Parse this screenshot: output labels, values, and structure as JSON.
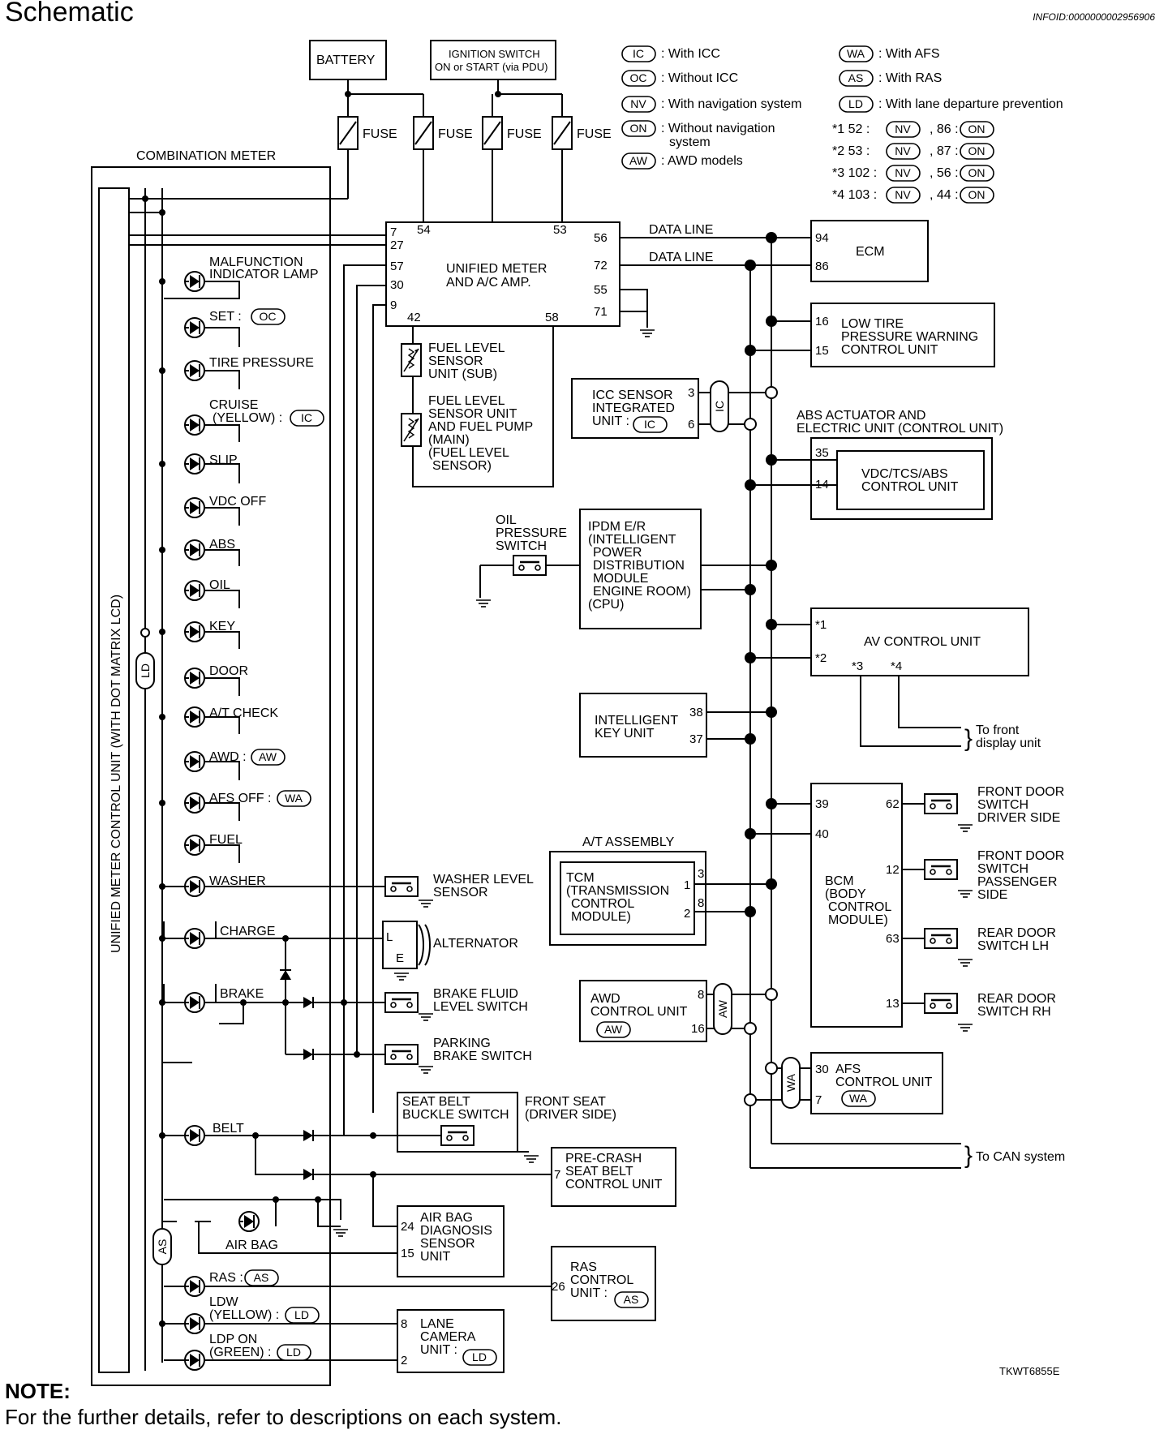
{
  "page": {
    "title": "Schematic",
    "info_id": "INFOID:0000000002956906",
    "figure_id": "TKWT6855E",
    "note_heading": "NOTE:",
    "note_text": "For the further details, refer to descriptions on each system."
  },
  "power": {
    "battery": "BATTERY",
    "ignition_line1": "IGNITION SWITCH",
    "ignition_line2": "ON or START (via PDU)",
    "fuse": "FUSE"
  },
  "legend": {
    "IC": "IC",
    "IC_text": ": With ICC",
    "OC": "OC",
    "OC_text": ": Without ICC",
    "NV": "NV",
    "NV_text": ": With navigation system",
    "ON": "ON",
    "ON_text1": ": Without navigation",
    "ON_text2": "system",
    "AW": "AW",
    "AW_text": ": AWD models",
    "WA": "WA",
    "WA_text": ": With AFS",
    "AS": "AS",
    "AS_text": ": With RAS",
    "LD": "LD",
    "LD_text": ": With lane departure prevention",
    "note1": "*1  52 :",
    "note1b": ", 86 :",
    "note2": "*2  53 :",
    "note2b": ", 87 :",
    "note3": "*3 102 :",
    "note3b": ", 56 :",
    "note4": "*4 103 :",
    "note4b": ", 44 :"
  },
  "combination_meter": {
    "title": "COMBINATION METER",
    "control_unit": "UNIFIED METER CONTROL UNIT (WITH DOT MATRIX LCD)",
    "lamps": {
      "mil1": "MALFUNCTION",
      "mil2": "INDICATOR LAMP",
      "set": "SET :",
      "tire": "TIRE PRESSURE",
      "cruise1": "CRUISE",
      "cruise2": "(YELLOW) :",
      "slip": "SLIP",
      "vdc": "VDC OFF",
      "abs": "ABS",
      "oil": "OIL",
      "key": "KEY",
      "door": "DOOR",
      "at": "A/T CHECK",
      "awd": "AWD :",
      "afs": "AFS OFF :",
      "fuel": "FUEL",
      "washer": "WASHER",
      "charge": "CHARGE",
      "brake": "BRAKE",
      "belt": "BELT",
      "airbag": "AIR BAG",
      "ras": "RAS :",
      "ldw1": "LDW",
      "ldw2": "(YELLOW) :",
      "ldp1": "LDP ON",
      "ldp2": "(GREEN) :"
    }
  },
  "unified_meter": {
    "name1": "UNIFIED METER",
    "name2": "AND A/C AMP.",
    "pins": {
      "p7": "7",
      "p27": "27",
      "p57": "57",
      "p30": "30",
      "p9": "9",
      "p54": "54",
      "p53": "53",
      "p56": "56",
      "p72": "72",
      "p55": "55",
      "p71": "71",
      "p42": "42",
      "p58": "58"
    }
  },
  "data_line": "DATA LINE",
  "fuel_sensors": {
    "sub1": "FUEL LEVEL",
    "sub2": "SENSOR",
    "sub3": "UNIT (SUB)",
    "main1": "FUEL LEVEL",
    "main2": "SENSOR UNIT",
    "main3": "AND FUEL PUMP",
    "main4": "(MAIN)",
    "main5": "(FUEL LEVEL",
    "main6": "SENSOR)"
  },
  "ecm": {
    "name": "ECM",
    "p94": "94",
    "p86": "86"
  },
  "low_tire": {
    "line1": "LOW TIRE",
    "line2": "PRESSURE WARNING",
    "line3": "CONTROL UNIT",
    "p16": "16",
    "p15": "15"
  },
  "icc": {
    "line1": "ICC SENSOR",
    "line2": "INTEGRATED",
    "line3": "UNIT :",
    "p3": "3",
    "p6": "6"
  },
  "abs_unit": {
    "outer1": "ABS ACTUATOR AND",
    "outer2": "ELECTRIC UNIT (CONTROL UNIT)",
    "inner1": "VDC/TCS/ABS",
    "inner2": "CONTROL UNIT",
    "p35": "35",
    "p14": "14"
  },
  "oil_switch": {
    "line1": "OIL",
    "line2": "PRESSURE",
    "line3": "SWITCH"
  },
  "ipdm": {
    "l1": "IPDM E/R",
    "l2": "(INTELLIGENT",
    "l3": "POWER",
    "l4": "DISTRIBUTION",
    "l5": "MODULE",
    "l6": "ENGINE ROOM)",
    "l7": "(CPU)"
  },
  "av_unit": {
    "name": "AV CONTROL UNIT",
    "s1": "*1",
    "s2": "*2",
    "s3": "*3",
    "s4": "*4",
    "front1": "To front",
    "front2": "display unit"
  },
  "ikey": {
    "line1": "INTELLIGENT",
    "line2": "KEY UNIT",
    "p38": "38",
    "p37": "37"
  },
  "bcm": {
    "l1": "BCM",
    "l2": "(BODY",
    "l3": "CONTROL",
    "l4": "MODULE)",
    "p39": "39",
    "p40": "40",
    "p62": "62",
    "p12": "12",
    "p63": "63",
    "p13": "13",
    "fd1": "FRONT DOOR",
    "fd2": "SWITCH",
    "fd3": "DRIVER SIDE",
    "fp1": "FRONT DOOR",
    "fp2": "SWITCH",
    "fp3": "PASSENGER",
    "fp4": "SIDE",
    "rl1": "REAR DOOR",
    "rl2": "SWITCH LH",
    "rr1": "REAR DOOR",
    "rr2": "SWITCH RH"
  },
  "at_assembly": {
    "title": "A/T ASSEMBLY",
    "l1": "TCM",
    "l2": "(TRANSMISSION",
    "l3": "CONTROL",
    "l4": "MODULE)",
    "p1": "1",
    "p2": "2",
    "p3": "3",
    "p8": "8"
  },
  "awd_unit": {
    "line1": "AWD",
    "line2": "CONTROL UNIT",
    "p8": "8",
    "p16": "16"
  },
  "afs_unit": {
    "line1": "AFS",
    "line2": "CONTROL UNIT",
    "p30": "30",
    "p7": "7"
  },
  "can_system": "To CAN system",
  "washer_sensor": {
    "line1": "WASHER LEVEL",
    "line2": "SENSOR"
  },
  "alternator": {
    "name": "ALTERNATOR",
    "L": "L",
    "E": "E"
  },
  "brake_fluid": {
    "line1": "BRAKE FLUID",
    "line2": "LEVEL SWITCH"
  },
  "parking_brake": {
    "line1": "PARKING",
    "line2": "BRAKE SWITCH"
  },
  "seat_belt": {
    "line1": "SEAT BELT",
    "line2": "BUCKLE SWITCH",
    "front1": "FRONT SEAT",
    "front2": "(DRIVER SIDE)"
  },
  "precrash": {
    "line1": "PRE-CRASH",
    "line2": "SEAT BELT",
    "line3": "CONTROL UNIT",
    "p7": "7"
  },
  "airbag_unit": {
    "line1": "AIR BAG",
    "line2": "DIAGNOSIS",
    "line3": "SENSOR",
    "line4": "UNIT",
    "p24": "24",
    "p15": "15"
  },
  "ras_unit": {
    "line1": "RAS",
    "line2": "CONTROL",
    "line3": "UNIT :",
    "p26": "26"
  },
  "lane_camera": {
    "line1": "LANE",
    "line2": "CAMERA",
    "line3": "UNIT :",
    "p8": "8",
    "p2": "2"
  }
}
